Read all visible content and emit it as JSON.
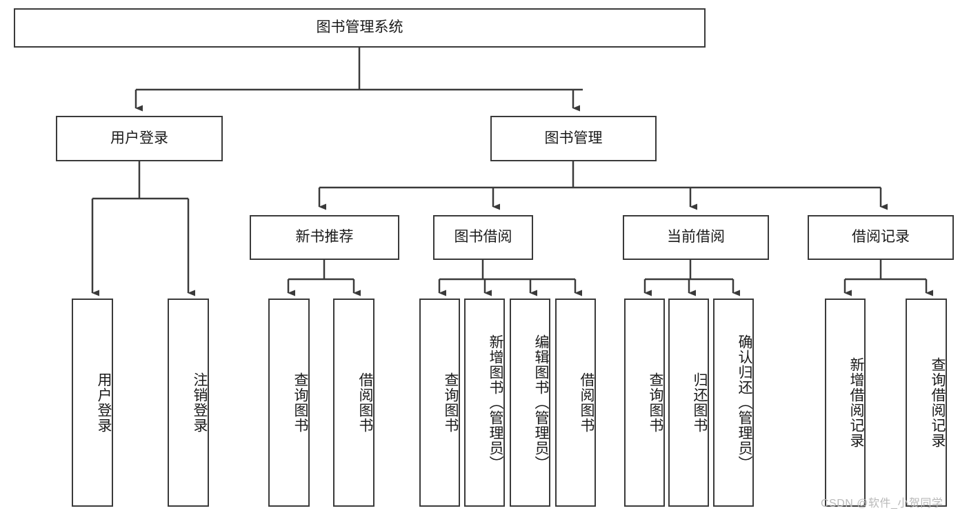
{
  "diagram": {
    "type": "tree-hierarchy",
    "title": "图书管理系统",
    "root": {
      "label": "图书管理系统"
    },
    "level2": [
      {
        "label": "用户登录"
      },
      {
        "label": "图书管理"
      }
    ],
    "level3": [
      {
        "label": "新书推荐"
      },
      {
        "label": "图书借阅"
      },
      {
        "label": "当前借阅"
      },
      {
        "label": "借阅记录"
      }
    ],
    "leaves": {
      "user_login": [
        {
          "label": "用户登录"
        },
        {
          "label": "注销登录"
        }
      ],
      "new_book_recommend": [
        {
          "label": "查询图书"
        },
        {
          "label": "借阅图书"
        }
      ],
      "book_borrow": [
        {
          "label": "查询图书"
        },
        {
          "label": "新增图书（管理员）"
        },
        {
          "label": "编辑图书（管理员）"
        },
        {
          "label": "借阅图书"
        }
      ],
      "current_borrow": [
        {
          "label": "查询图书"
        },
        {
          "label": "归还图书"
        },
        {
          "label": "确认归还（管理员）"
        }
      ],
      "borrow_record": [
        {
          "label": "新增借阅记录"
        },
        {
          "label": "查询借阅记录"
        }
      ]
    }
  },
  "watermark": {
    "text": "CSDN @软件_小贺同学"
  },
  "colors": {
    "stroke": "#3a3a3a",
    "fill": "#ffffff",
    "text": "#1a1a1a",
    "watermark": "#b9b9b9"
  }
}
